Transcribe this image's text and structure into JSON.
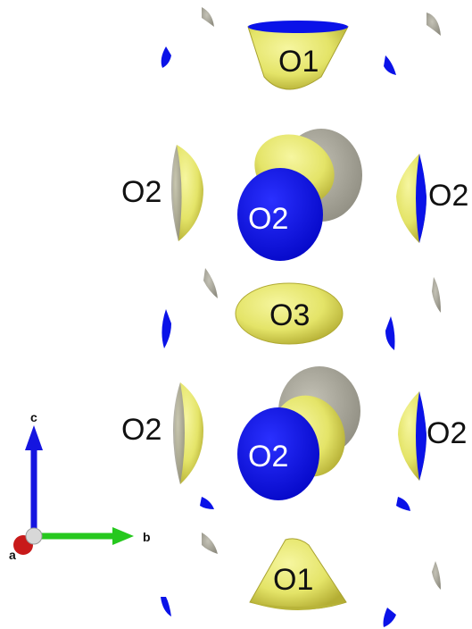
{
  "colors": {
    "background": "#ffffff",
    "isosurface_yellow": "#e4e468",
    "isosurface_yellow_shadow": "#b8b43a",
    "isosurface_blue": "#0a12e8",
    "isosurface_grey": "#a8a69a",
    "axis_c": "#1515e0",
    "axis_b": "#26c81e",
    "axis_a": "#c81a1a",
    "origin": "#d8d8d8"
  },
  "labels": {
    "o1_top": "O1",
    "o2_left_upper": "O2",
    "o2_center_upper": "O2",
    "o2_right_upper": "O2",
    "o3_center": "O3",
    "o2_left_lower": "O2",
    "o2_center_lower": "O2",
    "o2_right_lower": "O2",
    "o1_bottom": "O1"
  },
  "axes": {
    "c": "c",
    "b": "b",
    "a": "a"
  }
}
